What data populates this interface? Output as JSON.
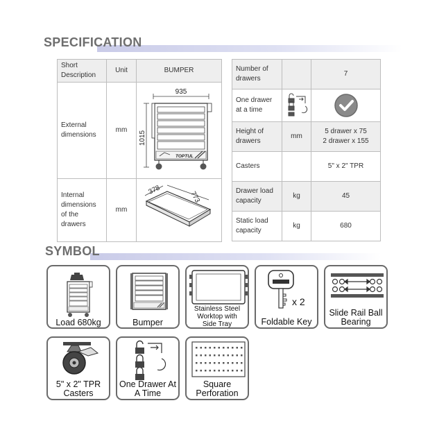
{
  "spec_title": "SPECIFICATION",
  "symbol_title": "SYMBOL",
  "left_table": {
    "header": {
      "short_description": "Short Description",
      "unit": "Unit",
      "model": "BUMPER"
    },
    "external": {
      "label": "External dimensions",
      "unit": "mm",
      "width": "935",
      "height": "1015",
      "brand": "TOPTUL"
    },
    "internal": {
      "label": "Internal dimensions of the drawers",
      "unit": "mm",
      "depth": "378",
      "length": "773"
    }
  },
  "right_table": {
    "drawers": {
      "label": "Number of drawers",
      "value": "7"
    },
    "one_drawer": {
      "label": "One drawer at a time"
    },
    "height": {
      "label": "Height of drawers",
      "unit": "mm",
      "value_1": "5 drawer x 75",
      "value_2": "2 drawer x 155"
    },
    "casters": {
      "label": "Casters",
      "value": "5\" x 2\" TPR"
    },
    "drawer_load": {
      "label": "Drawer load capacity",
      "unit": "kg",
      "value": "45"
    },
    "static_load": {
      "label": "Static load capacity",
      "unit": "kg",
      "value": "680"
    }
  },
  "symbols": {
    "load": {
      "label": "Load 680kg"
    },
    "bumper": {
      "label": "Bumper"
    },
    "worktop": {
      "label": "Stainless Steel Worktop with Side Tray"
    },
    "key": {
      "label": "Foldable Key",
      "multiplier": "x 2"
    },
    "slide_rail": {
      "label": "Slide Rail Ball Bearing"
    },
    "casters": {
      "label": "5\" x 2\" TPR Casters"
    },
    "one_drawer": {
      "label": "One Drawer At A Time"
    },
    "perforation": {
      "label": "Square Perforation"
    }
  }
}
